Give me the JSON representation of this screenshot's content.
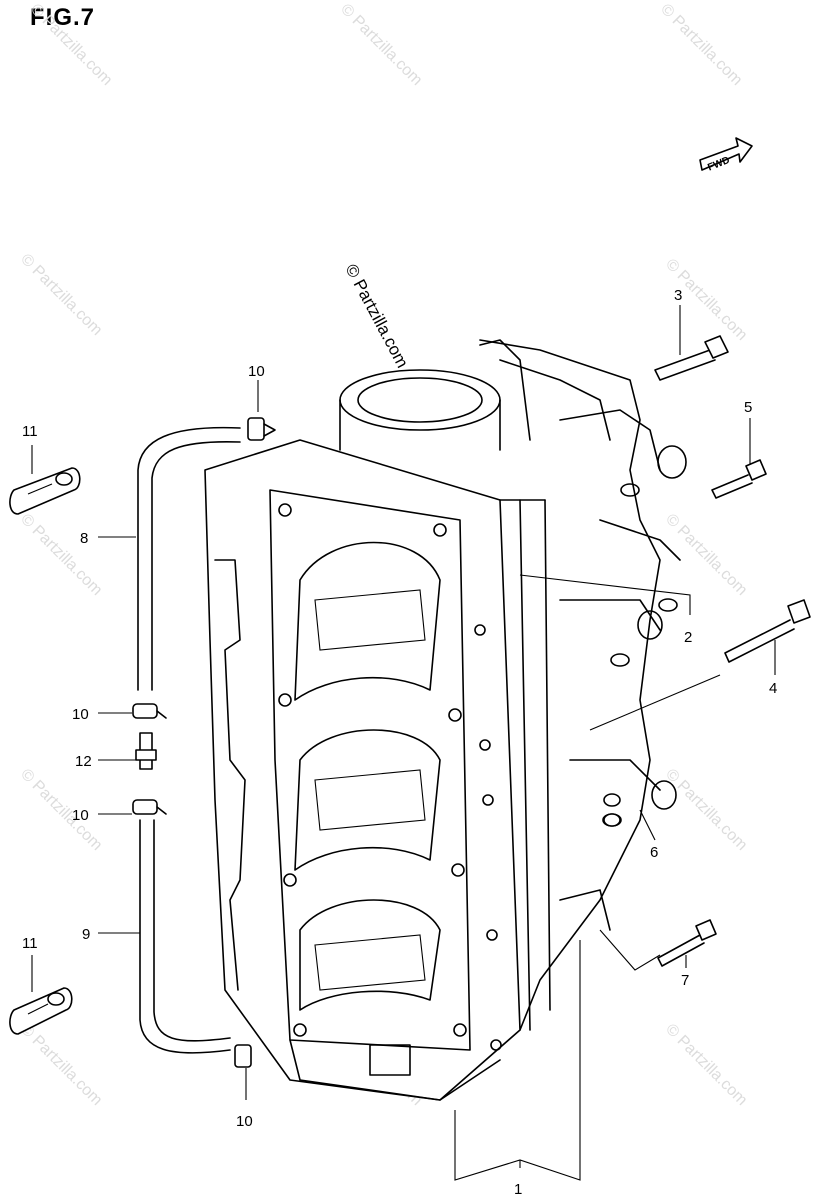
{
  "figure": {
    "title": "FIG.7",
    "fwd_label": "FWD"
  },
  "watermark": {
    "center_text": "© Partzilla.com",
    "tile_text": "© Partzilla.com"
  },
  "callouts": [
    {
      "id": "1",
      "label": "1"
    },
    {
      "id": "2",
      "label": "2"
    },
    {
      "id": "3",
      "label": "3"
    },
    {
      "id": "4",
      "label": "4"
    },
    {
      "id": "5",
      "label": "5"
    },
    {
      "id": "6",
      "label": "6"
    },
    {
      "id": "7",
      "label": "7"
    },
    {
      "id": "8",
      "label": "8"
    },
    {
      "id": "9",
      "label": "9"
    },
    {
      "id": "10a",
      "label": "10"
    },
    {
      "id": "10b",
      "label": "10"
    },
    {
      "id": "10c",
      "label": "10"
    },
    {
      "id": "10d",
      "label": "10"
    },
    {
      "id": "11a",
      "label": "11"
    },
    {
      "id": "11b",
      "label": "11"
    },
    {
      "id": "12",
      "label": "12"
    }
  ]
}
